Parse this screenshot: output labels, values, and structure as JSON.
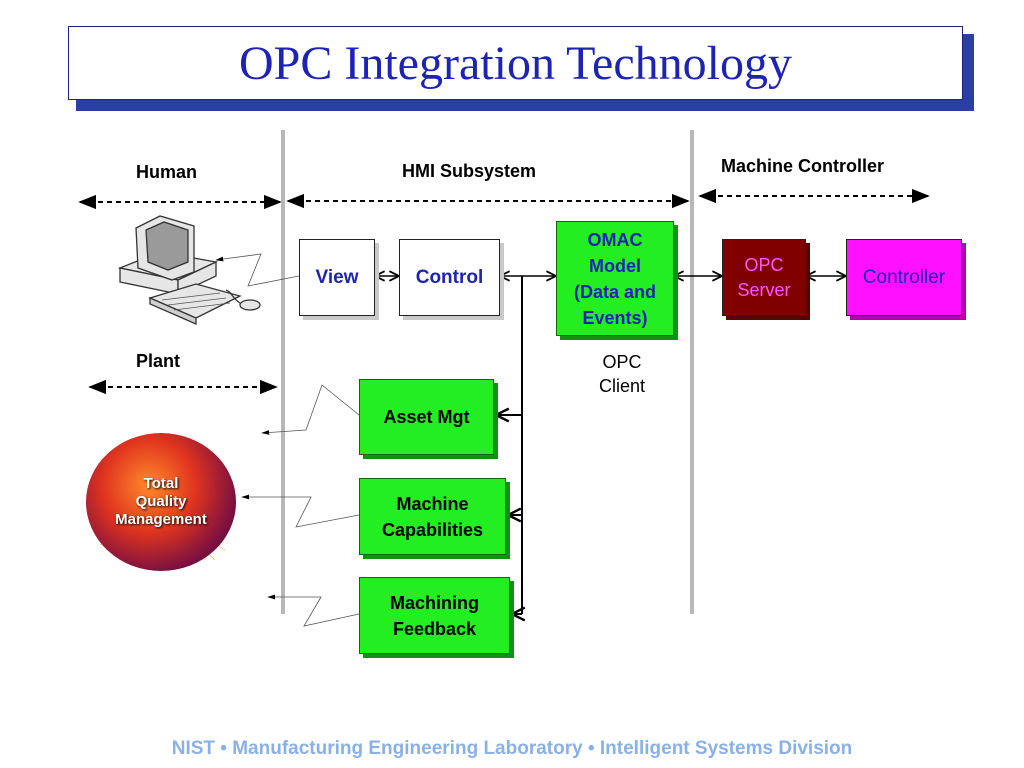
{
  "title": "OPC Integration Technology",
  "headers": {
    "human": "Human",
    "hmi": "HMI Subsystem",
    "machine_controller": "Machine Controller",
    "plant": "Plant"
  },
  "boxes": {
    "view": "View",
    "control": "Control",
    "omac": [
      "OMAC",
      "Model",
      "(Data and",
      "Events)"
    ],
    "opc_server": [
      "OPC",
      "Server"
    ],
    "controller": "Controller",
    "asset_mgt": "Asset Mgt",
    "machine_capabilities": [
      "Machine",
      "Capabilities"
    ],
    "machining_feedback": [
      "Machining",
      "Feedback"
    ]
  },
  "opc_client": [
    "OPC",
    "Client"
  ],
  "globe": [
    "Total",
    "Quality",
    "Management"
  ],
  "footer": "NIST  •  Manufacturing Engineering Laboratory  •  Intelligent Systems Division",
  "colors": {
    "title": "#1d23b4",
    "green_box": "#22ee22",
    "opc_server": "#800000",
    "controller": "#ff11ff",
    "footer": "#8ab0e8"
  }
}
